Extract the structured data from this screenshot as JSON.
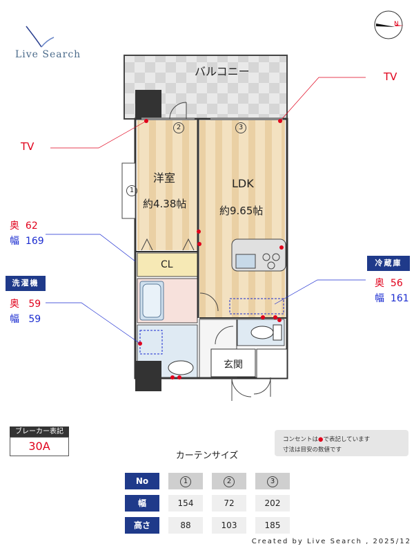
{
  "logo": {
    "text": "Live Search"
  },
  "compass": {
    "mark": "N"
  },
  "rooms": {
    "balcony": "バルコニー",
    "western": {
      "name": "洋室",
      "size": "約4.38帖"
    },
    "ldk": {
      "name": "LDK",
      "size": "約9.65帖"
    },
    "closet": "CL",
    "entrance": "玄関"
  },
  "window_numbers": {
    "w1": "1",
    "w2": "2",
    "w3": "3"
  },
  "tv_labels": {
    "left": "TV",
    "right": "TV"
  },
  "dims": {
    "window1": {
      "depth_label": "奥",
      "depth": "62",
      "width_label": "幅",
      "width": "169"
    },
    "washer": {
      "badge": "洗濯機",
      "depth_label": "奥",
      "depth": "59",
      "width_label": "幅",
      "width": "59"
    },
    "fridge": {
      "badge": "冷蔵庫",
      "depth_label": "奥",
      "depth": "56",
      "width_label": "幅",
      "width": "161"
    }
  },
  "breaker": {
    "title": "ブレーカー表記",
    "value": "30A"
  },
  "note": {
    "line1a": "コンセントは",
    "line1b": "で表記しています",
    "line2": "寸法は目安の数値です"
  },
  "curtain": {
    "title": "カーテンサイズ",
    "header": [
      "No",
      "1",
      "2",
      "3"
    ],
    "rows": [
      {
        "label": "幅",
        "values": [
          "154",
          "72",
          "202"
        ]
      },
      {
        "label": "高さ",
        "values": [
          "88",
          "103",
          "185"
        ]
      }
    ]
  },
  "credit": "Created by Live Search , 2025/12",
  "colors": {
    "accent_red": "#e0001b",
    "navy": "#1f3a8a",
    "wood": "#f0dcb8"
  }
}
